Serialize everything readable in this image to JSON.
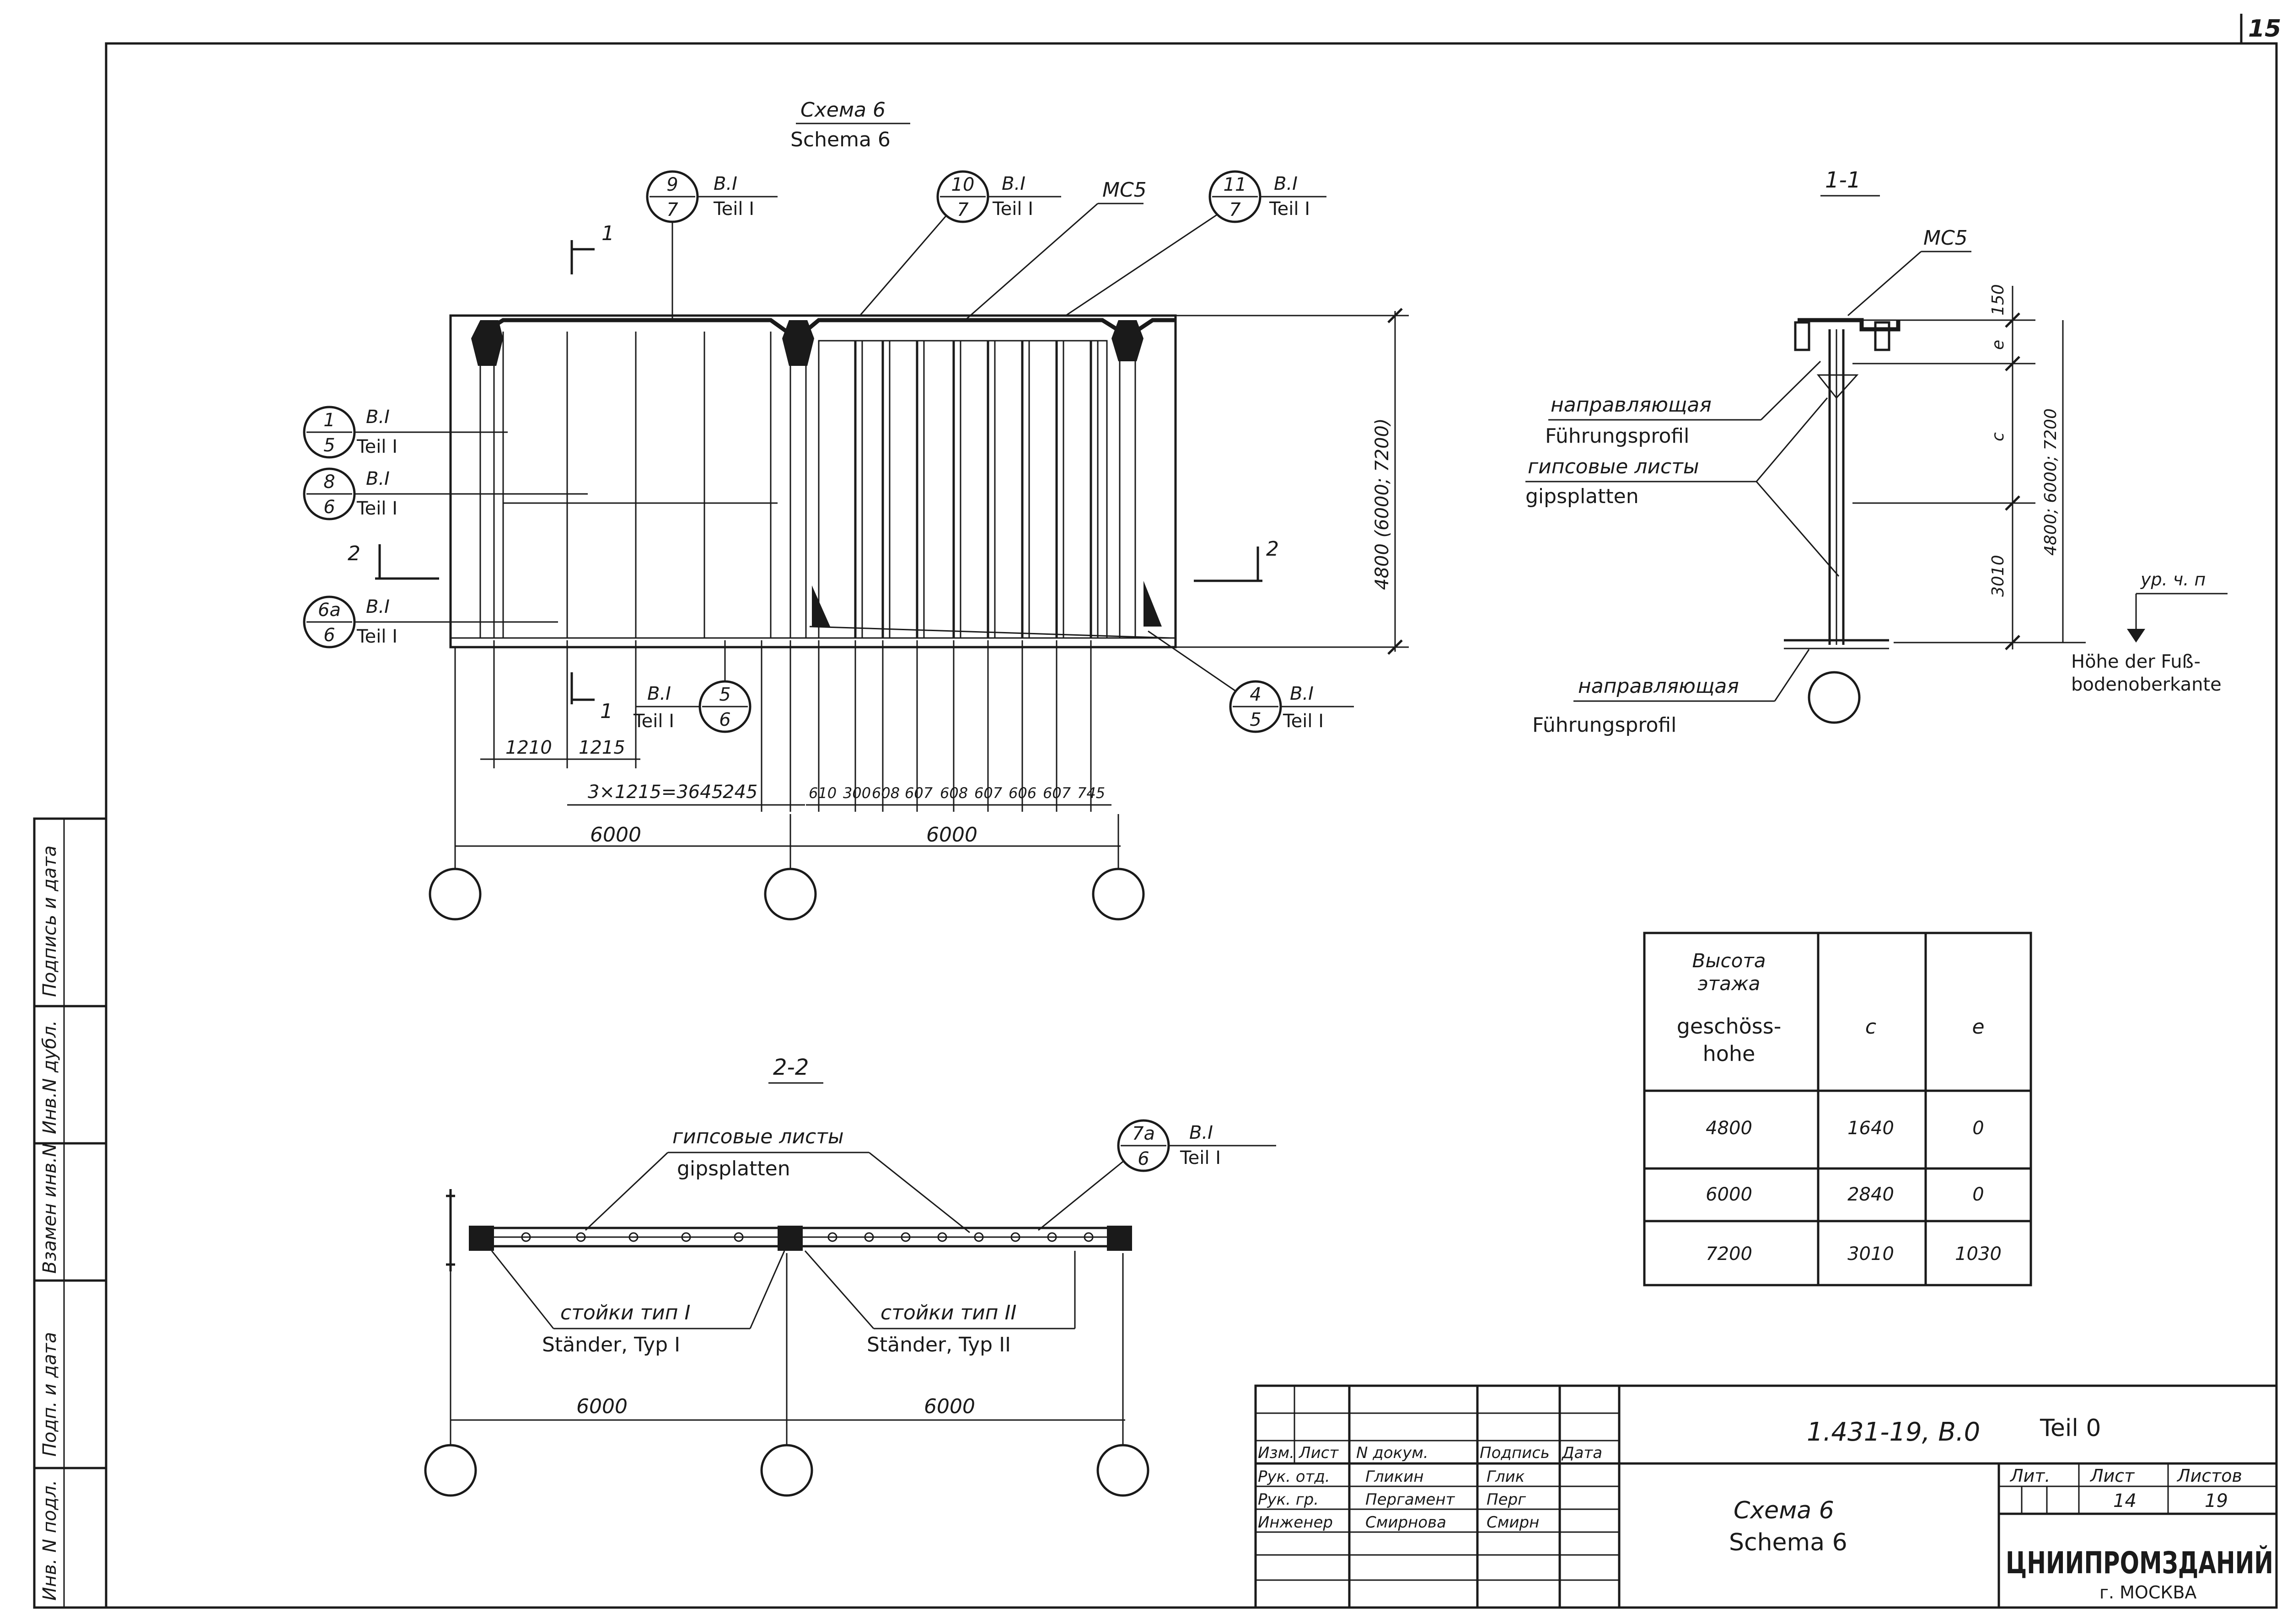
{
  "sheet_number": "15",
  "main_view": {
    "title_ru": "Схема 6",
    "title_de": "Schema 6",
    "mark_ms5": "МС5",
    "callouts": [
      {
        "num": "9",
        "den": "7",
        "top": "В.I",
        "bottom": "Teil I"
      },
      {
        "num": "10",
        "den": "7",
        "top": "В.I",
        "bottom": "Teil I"
      },
      {
        "num": "11",
        "den": "7",
        "top": "В.I",
        "bottom": "Teil I"
      },
      {
        "num": "1",
        "den": "5",
        "top": "В.I",
        "bottom": "Teil I"
      },
      {
        "num": "8",
        "den": "6",
        "top": "В.I",
        "bottom": "Teil I"
      },
      {
        "num": "6а",
        "den": "6",
        "top": "В.I",
        "bottom": "Teil I"
      },
      {
        "num": "5",
        "den": "6",
        "top": "В.I",
        "bottom": "Teil I"
      },
      {
        "num": "4",
        "den": "5",
        "top": "В.I",
        "bottom": "Teil I"
      }
    ],
    "section_marks": [
      "1",
      "1",
      "2",
      "2"
    ],
    "height_dim": "4800 (6000; 7200)",
    "dims_left": [
      "1210",
      "1215"
    ],
    "dim_left_total": "3×1215=3645",
    "dim_245": "245",
    "dims_right": [
      "610",
      "300",
      "608",
      "607",
      "608",
      "607",
      "606",
      "607",
      "745"
    ],
    "spans": [
      "6000",
      "6000"
    ]
  },
  "section_1_1": {
    "title": "1-1",
    "mark_ms5": "МС5",
    "guide_ru": "направляющая",
    "guide_de": "Führungsprofil",
    "gypsum_ru": "гипсовые листы",
    "gypsum_de": "gipsplatten",
    "guide2_ru": "направляющая",
    "guide2_de": "Führungsprofil",
    "dims": [
      "150",
      "e",
      "c",
      "3010"
    ],
    "height_dim": "4800; 6000; 7200",
    "level_mark": "ур. ч. п",
    "level_text_1": "Höhe der Fuß-",
    "level_text_2": "bodenoberkante"
  },
  "section_2_2": {
    "title": "2-2",
    "gypsum_ru": "гипсовые листы",
    "gypsum_de": "gipsplatten",
    "callout": {
      "num": "7а",
      "den": "6",
      "top": "В.I",
      "bottom": "Teil I"
    },
    "stud1_ru": "стойки тип I",
    "stud1_de": "Ständer, Typ I",
    "stud2_ru": "стойки тип II",
    "stud2_de": "Ständer, Typ II",
    "spans": [
      "6000",
      "6000"
    ]
  },
  "height_table": {
    "header_ru_1": "Высота",
    "header_ru_2": "этажа",
    "header_de_1": "geschöss-",
    "header_de_2": "hohe",
    "col_c": "c",
    "col_e": "e",
    "rows": [
      {
        "h": "4800",
        "c": "1640",
        "e": "0"
      },
      {
        "h": "6000",
        "c": "2840",
        "e": "0"
      },
      {
        "h": "7200",
        "c": "3010",
        "e": "1030"
      }
    ]
  },
  "side_stamp": [
    "Подпись и дата",
    "Инв.N дубл.",
    "Взамен инв.N",
    "Подп. и дата",
    "Инв. N подл."
  ],
  "title_block": {
    "designation": "1.431-19, В.0",
    "part": "Teil 0",
    "headers": [
      "Изм.",
      "Лист",
      "N докум.",
      "Подпись",
      "Дата"
    ],
    "rows": [
      {
        "role": "Рук. отд.",
        "name": "Гликин",
        "sign": "Глик"
      },
      {
        "role": "Рук. гр.",
        "name": "Пергамент",
        "sign": "Перг"
      },
      {
        "role": "Инженер",
        "name": "Смирнова",
        "sign": "Смирн"
      }
    ],
    "sheet_title_ru": "Схема 6",
    "sheet_title_de": "Schema 6",
    "lit_label": "Лит.",
    "sheet_label": "Лист",
    "sheets_label": "Листов",
    "sheet_no": "14",
    "sheets_total": "19",
    "org": "ЦНИИПРОМЗДАНИЙ",
    "city": "г. МОСКВА"
  }
}
